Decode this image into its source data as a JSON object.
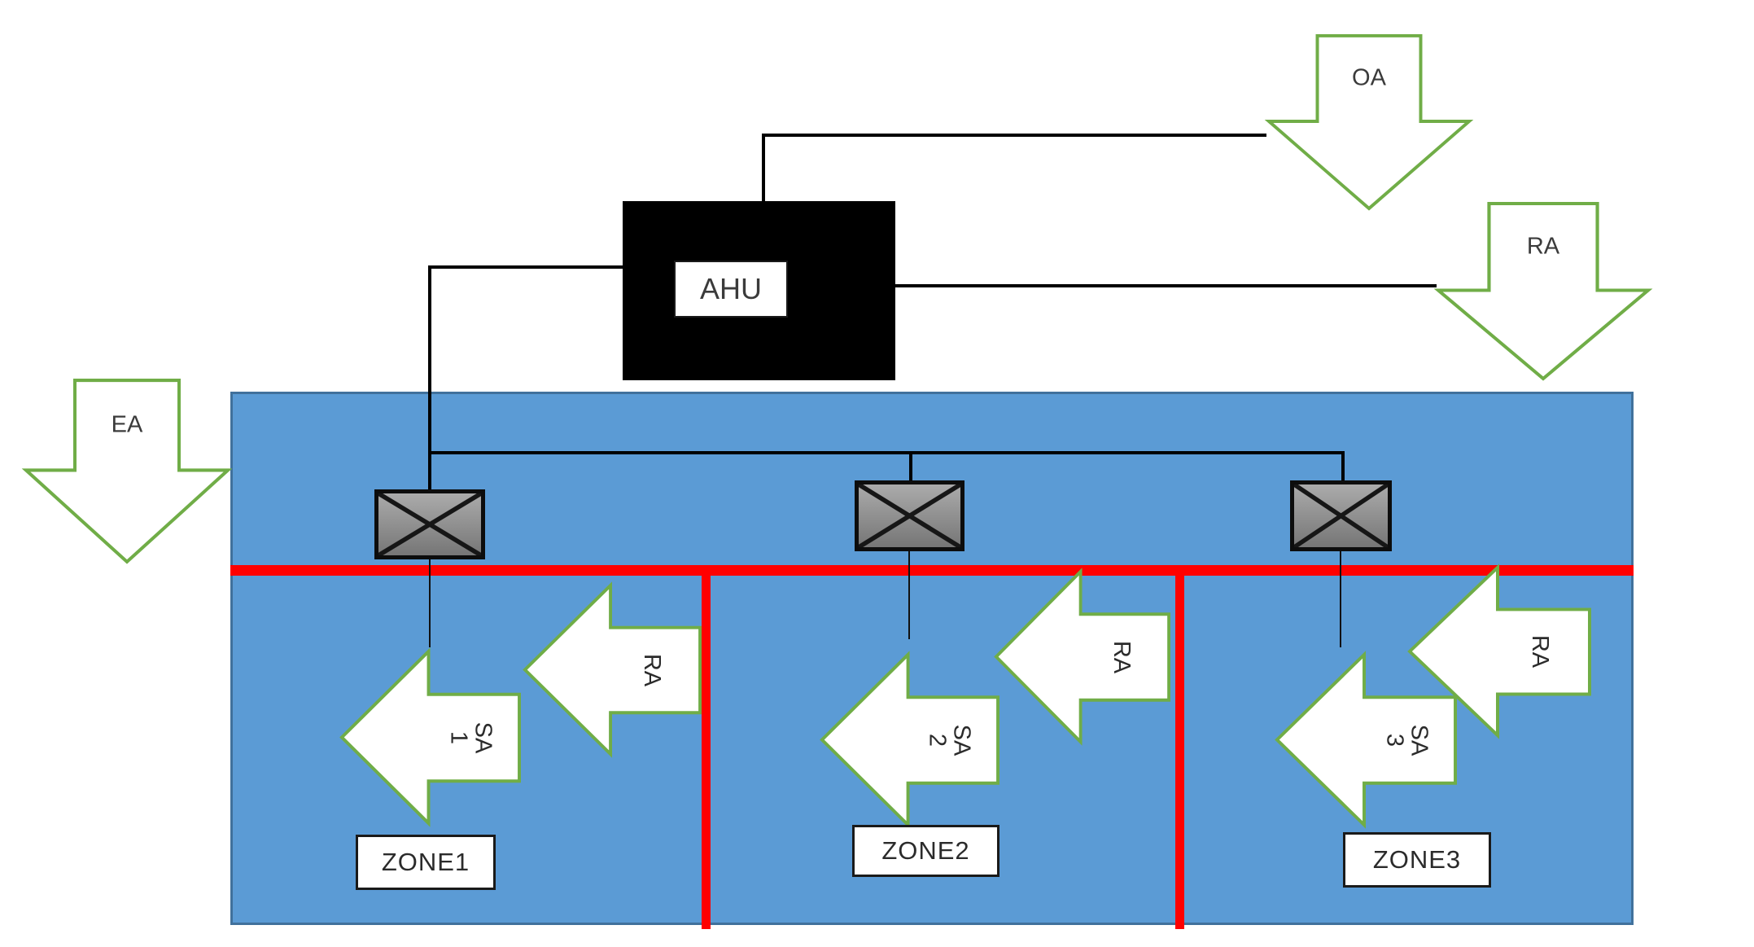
{
  "diagram": {
    "title_hidden": "",
    "ahu_label": "AHU",
    "outside_air_label": "OA",
    "return_air_top_label": "RA",
    "exhaust_air_label": "EA",
    "zones": [
      {
        "name": "ZONE1",
        "supply_label": "SA",
        "supply_number": "1",
        "return_label": "RA"
      },
      {
        "name": "ZONE2",
        "supply_label": "SA",
        "supply_number": "2",
        "return_label": "RA"
      },
      {
        "name": "ZONE3",
        "supply_label": "SA",
        "supply_number": "3",
        "return_label": "RA"
      }
    ],
    "colors": {
      "room_fill": "#5B9BD5",
      "room_border": "#41719C",
      "zone_divider": "#FF0000",
      "arrow_outline": "#70AD47",
      "ahu_fill": "#000000",
      "damper_fill_light": "#ABABAB",
      "damper_fill_dark": "#767676"
    }
  }
}
